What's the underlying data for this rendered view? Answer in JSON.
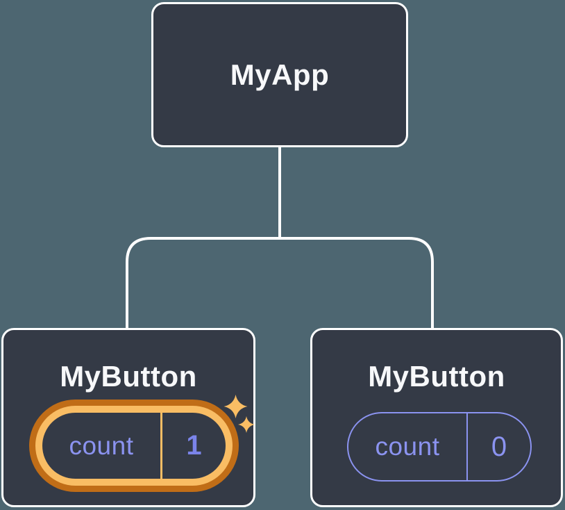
{
  "diagram": {
    "type": "component-tree",
    "colors": {
      "background": "#4d6671",
      "node_fill": "#343a46",
      "node_border": "#ffffff",
      "connector": "#ffffff",
      "title_text": "#f7f8fa",
      "state_text": "#8b93f0",
      "state_value_highlighted": "#7b84ea",
      "highlight_ring_outer": "#c06d17",
      "highlight_ring_inner": "#f9bd64",
      "sparkle": "#f9bd64"
    },
    "root": {
      "label": "MyApp"
    },
    "children": [
      {
        "label": "MyButton",
        "highlighted": true,
        "state": {
          "key": "count",
          "value": "1"
        }
      },
      {
        "label": "MyButton",
        "highlighted": false,
        "state": {
          "key": "count",
          "value": "0"
        }
      }
    ]
  }
}
